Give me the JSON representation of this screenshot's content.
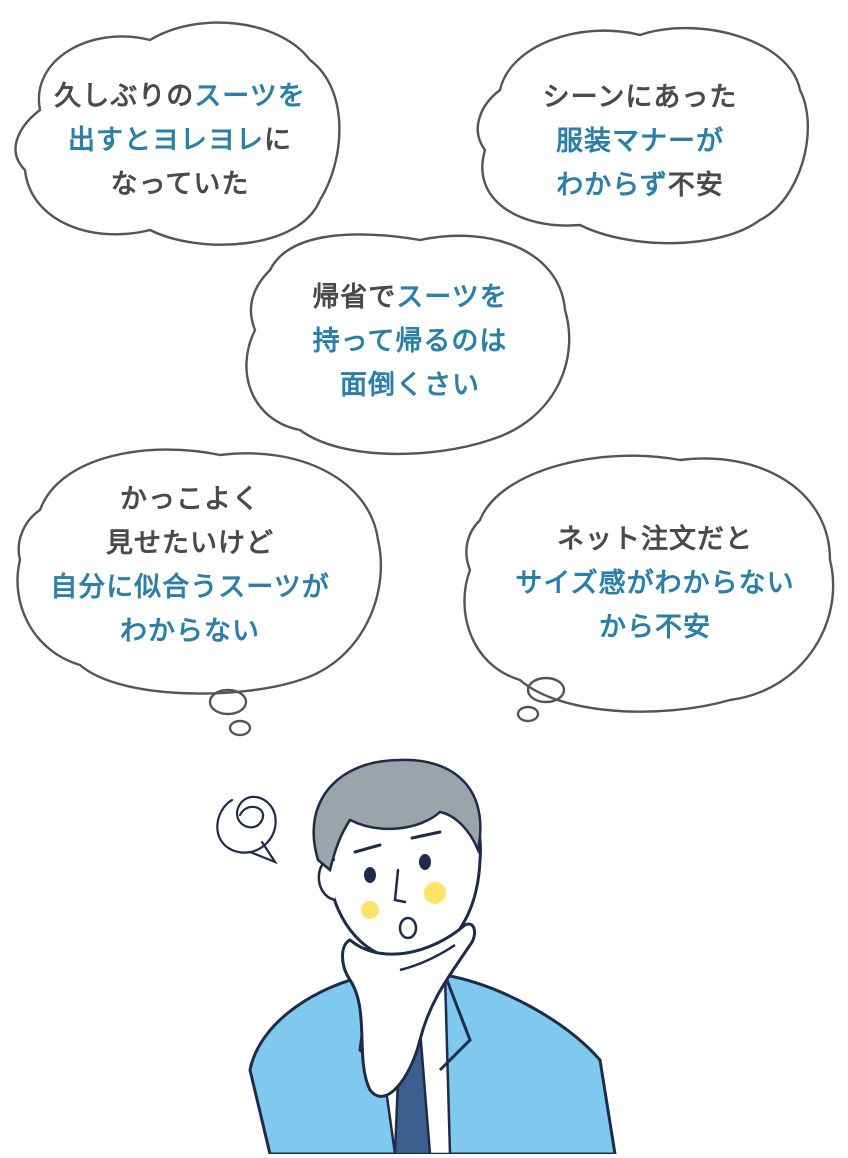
{
  "colors": {
    "text_dark": "#4a4a4a",
    "text_accent": "#2c7fa6",
    "outline": "#555555",
    "suit": "#7fc9ef",
    "hair": "#9aa4aa",
    "cheek": "#ffe366",
    "tie": "#3d5f8f",
    "skin_outline": "#1f2b4a"
  },
  "bubbles": [
    {
      "lines": [
        [
          {
            "t": "久しぶりの",
            "s": "dark"
          },
          {
            "t": "スーツを",
            "s": "blue"
          }
        ],
        [
          {
            "t": "出すとヨレヨレ",
            "s": "blue"
          },
          {
            "t": "に",
            "s": "dark"
          }
        ],
        [
          {
            "t": "なっていた",
            "s": "dark"
          }
        ]
      ]
    },
    {
      "lines": [
        [
          {
            "t": "シーンにあった",
            "s": "dark"
          }
        ],
        [
          {
            "t": "服装マナーが",
            "s": "blue"
          }
        ],
        [
          {
            "t": "わからず",
            "s": "blue"
          },
          {
            "t": "不安",
            "s": "dark"
          }
        ]
      ]
    },
    {
      "lines": [
        [
          {
            "t": "帰省で",
            "s": "dark"
          },
          {
            "t": "スーツを",
            "s": "blue"
          }
        ],
        [
          {
            "t": "持って帰るのは",
            "s": "blue"
          }
        ],
        [
          {
            "t": "面倒くさい",
            "s": "blue"
          }
        ]
      ]
    },
    {
      "lines": [
        [
          {
            "t": "かっこよく",
            "s": "dark"
          }
        ],
        [
          {
            "t": "見せたいけど",
            "s": "dark"
          }
        ],
        [
          {
            "t": "自分に似合うスーツが",
            "s": "blue"
          }
        ],
        [
          {
            "t": "わからない",
            "s": "blue"
          }
        ]
      ]
    },
    {
      "lines": [
        [
          {
            "t": "ネット注文だと",
            "s": "dark"
          }
        ],
        [
          {
            "t": "サイズ感がわからない",
            "s": "blue"
          }
        ],
        [
          {
            "t": "から不安",
            "s": "blue"
          }
        ]
      ]
    }
  ],
  "illustration": {
    "subject": "worried-businessman",
    "icons": [
      "tangled-thought-icon"
    ]
  }
}
